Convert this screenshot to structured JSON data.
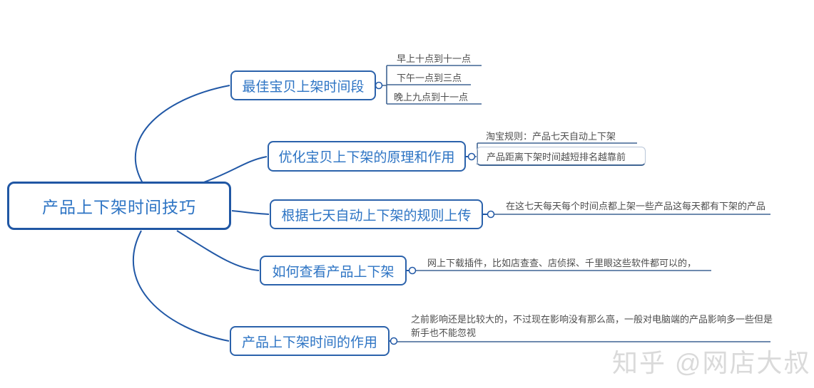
{
  "colors": {
    "primary_blue": "#2158a6",
    "node_text_blue": "#2d74c4",
    "child_line_blue": "#3f6493",
    "child_text_gray": "#4d4d4d",
    "light_box_border": "#b9c6d8",
    "watermark_gray": "#dadada"
  },
  "root": {
    "label": "产品上下架时间技巧"
  },
  "branches": [
    {
      "label": "最佳宝贝上架时间段",
      "children": [
        {
          "label": "早上十点到十一点"
        },
        {
          "label": "下午一点到三点"
        },
        {
          "label": "晚上九点到十一点"
        }
      ]
    },
    {
      "label": "优化宝贝上下架的原理和作用",
      "children": [
        {
          "label": "淘宝规则：产品七天自动上下架"
        },
        {
          "label": "产品距离下架时间越短排名越靠前"
        }
      ]
    },
    {
      "label": "根据七天自动上下架的规则上传",
      "children": [
        {
          "label": "在这七天每天每个时间点都上架一些产品这每天都有下架的产品"
        }
      ]
    },
    {
      "label": "如何查看产品上下架",
      "children": [
        {
          "label": "网上下载插件，比如店查查、店侦探、千里眼这些软件都可以的，"
        }
      ]
    },
    {
      "label": "产品上下架时间的作用",
      "children": [
        {
          "label": "之前影响还是比较大的，不过现在影响没有那么高，一般对电脑端的产品影响多一些但是新手也不能忽视"
        }
      ]
    }
  ],
  "watermark": {
    "text": "知乎 @网店大叔"
  }
}
